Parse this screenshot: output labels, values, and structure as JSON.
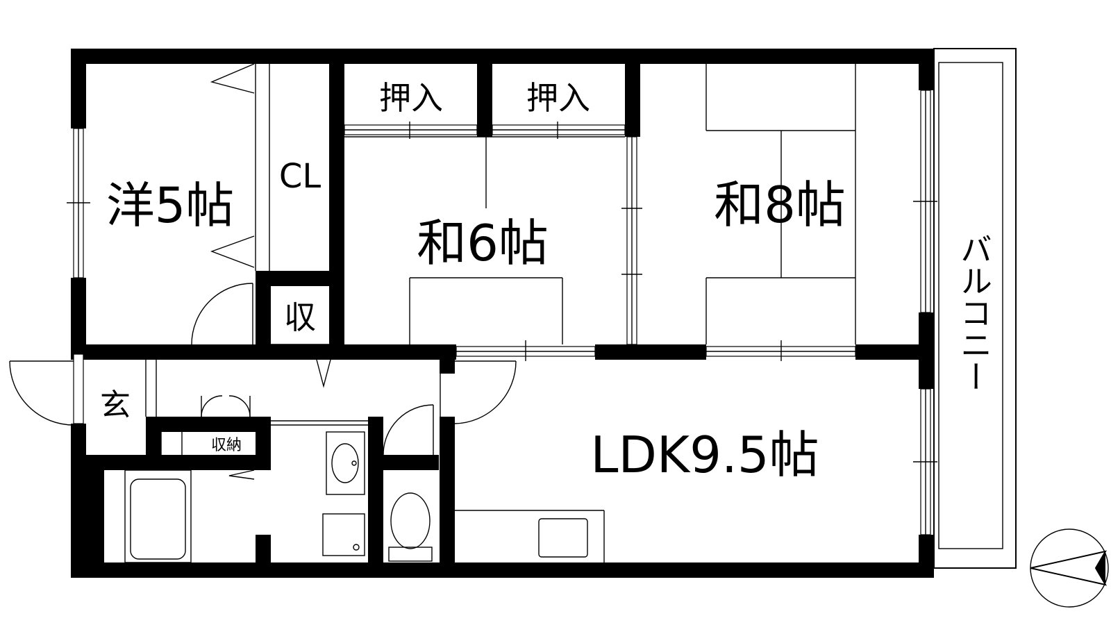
{
  "plan": {
    "rooms": {
      "western_room": "洋5帖",
      "closet": "CL",
      "storage": "収",
      "oshiire_left": "押入",
      "oshiire_right": "押入",
      "japanese_room_6": "和6帖",
      "japanese_room_8": "和8帖",
      "entrance": "玄",
      "storage_small": "収納",
      "ldk": "LDK9.5帖",
      "balcony": "バルコニー"
    },
    "colors": {
      "wall": "#000000",
      "background": "#ffffff"
    },
    "icons": [
      "compass-icon",
      "bathtub-icon",
      "toilet-icon",
      "washbasin-icon",
      "sink-icon"
    ]
  }
}
